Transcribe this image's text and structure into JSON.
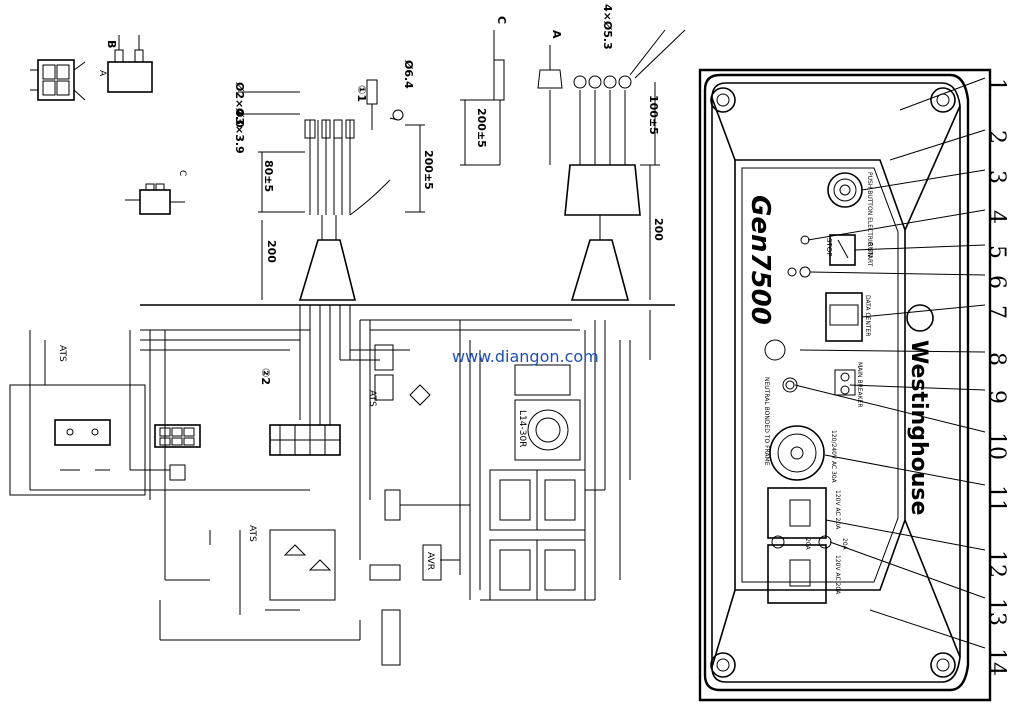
{
  "watermark": "www.diangon.com",
  "callouts": [
    "1",
    "2",
    "3",
    "4",
    "5",
    "6",
    "7",
    "8",
    "9",
    "10",
    "11",
    "12",
    "13",
    "14"
  ],
  "dimensions": {
    "d_4x53": "4×Ø5.3",
    "d_100": "100±5",
    "d_200a": "200±5",
    "d_200b": "200±5",
    "d_80": "80±5",
    "d_200c": "200",
    "d_200d": "200",
    "d_phi2": "Ø2×4.0",
    "d_phi3": "Ø3×3.9",
    "d_phi64": "Ø6.4"
  },
  "connector_labels": {
    "A": "A",
    "B": "B",
    "C": "C",
    "C_top": "C",
    "A_top": "A"
  },
  "panel": {
    "brand": "Westinghouse",
    "model": "Gen7500",
    "push_start": "PUSH BUTTON ELECTRIC START",
    "run": "RUN",
    "stop": "STOP",
    "data_center": "DATA CENTER",
    "main_breaker": "MAIN BREAKER",
    "neutral": "NEUTRAL BONDED TO FRAME",
    "outlet_30a": "120/240V AC 30A",
    "outlet_20a_1": "120V AC 20A",
    "outlet_20a_2": "120V AC 20A",
    "b20a_1": "20A",
    "b20a_2": "20A"
  },
  "labels": {
    "ats1": "ATS",
    "ats2": "ATS",
    "ats3": "ATS",
    "avr": "AVR",
    "l14": "L14-30R",
    "circle1": "①1",
    "circle2": "②2"
  }
}
